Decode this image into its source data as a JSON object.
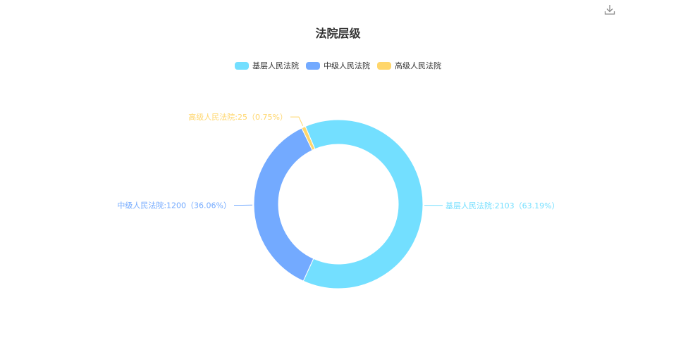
{
  "toolbar": {
    "download_icon": "download-icon"
  },
  "chart_data": {
    "type": "pie",
    "variant": "donut",
    "title": "法院层级",
    "legend_position": "top",
    "series": [
      {
        "name": "基层人民法院",
        "value": 2103,
        "percent": "63.19%",
        "color": "#73dfff",
        "label": "基层人民法院:2103（63.19%）"
      },
      {
        "name": "中级人民法院",
        "value": 1200,
        "percent": "36.06%",
        "color": "#73aaff",
        "label": "中级人民法院:1200（36.06%）"
      },
      {
        "name": "高级人民法院",
        "value": 25,
        "percent": "0.75%",
        "color": "#ffd66b",
        "label": "高级人民法院:25（0.75%）"
      }
    ]
  }
}
